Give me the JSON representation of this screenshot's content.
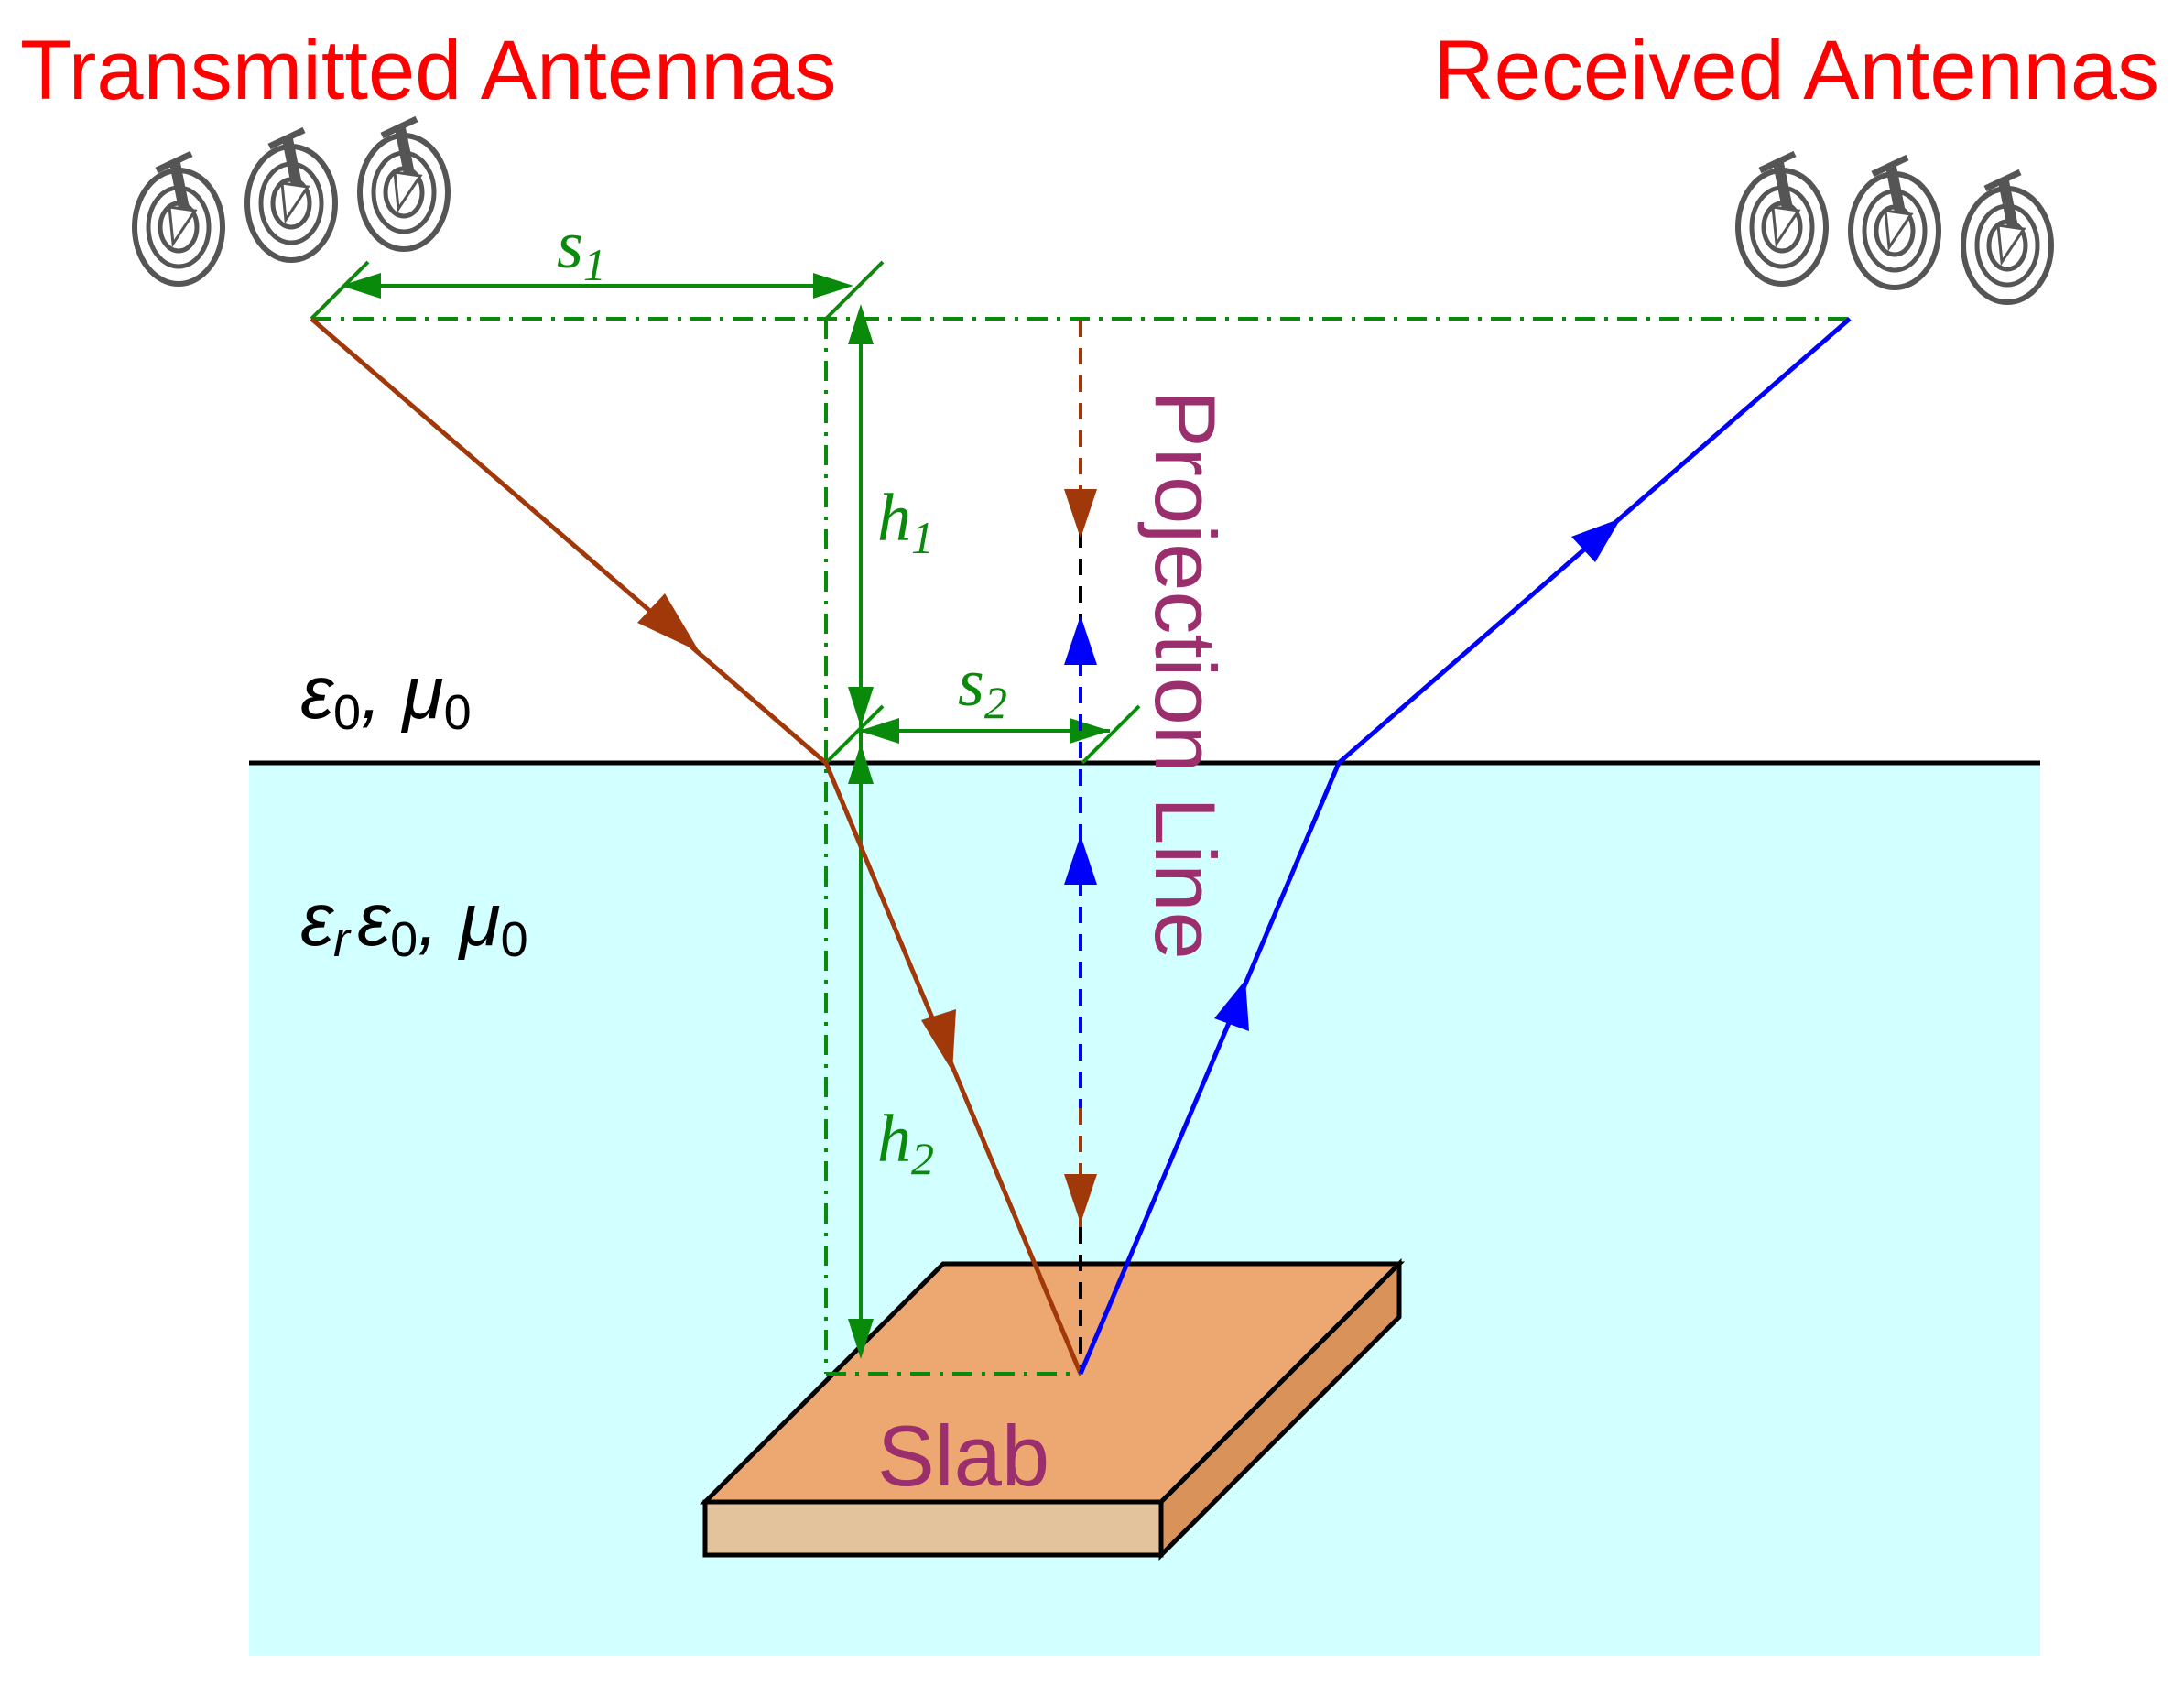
{
  "labels": {
    "transmitted": "Transmitted Antennas",
    "received": "Received Antennas",
    "s1": {
      "var": "s",
      "sub": "1"
    },
    "s2": {
      "var": "s",
      "sub": "2"
    },
    "h1": {
      "var": "h",
      "sub": "1"
    },
    "h2": {
      "var": "h",
      "sub": "2"
    },
    "medium_upper": {
      "eps": "ε",
      "eps_sub": "0",
      "sep": ", ",
      "mu": "μ",
      "mu_sub": "0"
    },
    "medium_lower": {
      "eps_r": "ε",
      "r_sub": "r",
      "eps": "ε",
      "eps_sub": "0",
      "sep": ", ",
      "mu": "μ",
      "mu_sub": "0"
    },
    "projection": "Projection Line",
    "slab": "Slab"
  },
  "colors": {
    "label_red": "#ff0000",
    "dimension_green": "#0a8a0a",
    "incident_ray": "#a0380a",
    "reflected_ray": "#0000ff",
    "label_purple": "#9b2f6e",
    "lower_medium": "#d2ffff",
    "slab_top": "#eda872",
    "slab_front": "#e3c39b",
    "slab_side": "#d9925a",
    "antenna_gray": "#555555"
  },
  "icons": {
    "transmitter": "antenna-dish-icon",
    "receiver": "antenna-dish-icon"
  }
}
